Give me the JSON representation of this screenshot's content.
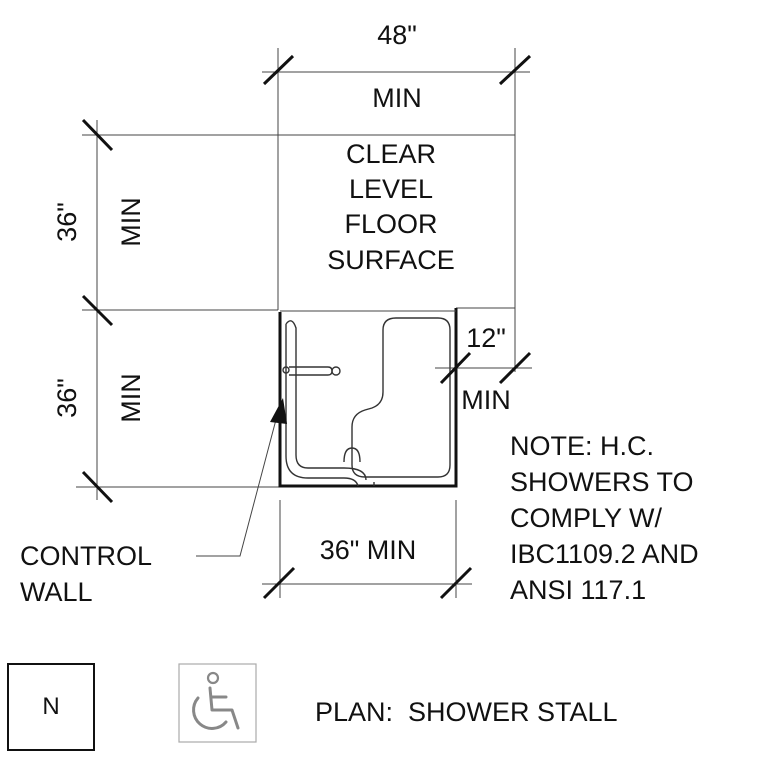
{
  "dimensions": {
    "top_width": "48\"",
    "top_width_min": "MIN",
    "left_upper": "36\"",
    "left_upper_min": "MIN",
    "left_lower": "36\"",
    "left_lower_min": "MIN",
    "bottom_width": "36\" MIN",
    "offset": "12\"",
    "offset_min": "MIN"
  },
  "clear_floor": {
    "line1": "CLEAR",
    "line2": "LEVEL",
    "line3": "FLOOR",
    "line4": "SURFACE"
  },
  "control_wall": {
    "line1": "CONTROL",
    "line2": "WALL"
  },
  "note": {
    "line1": "NOTE: H.C.",
    "line2": "SHOWERS TO",
    "line3": "COMPLY W/",
    "line4": "IBC1109.2 AND",
    "line5": "ANSI 117.1"
  },
  "north": "N",
  "accessibility_icon": "wheelchair-icon",
  "title": "PLAN:  SHOWER STALL"
}
